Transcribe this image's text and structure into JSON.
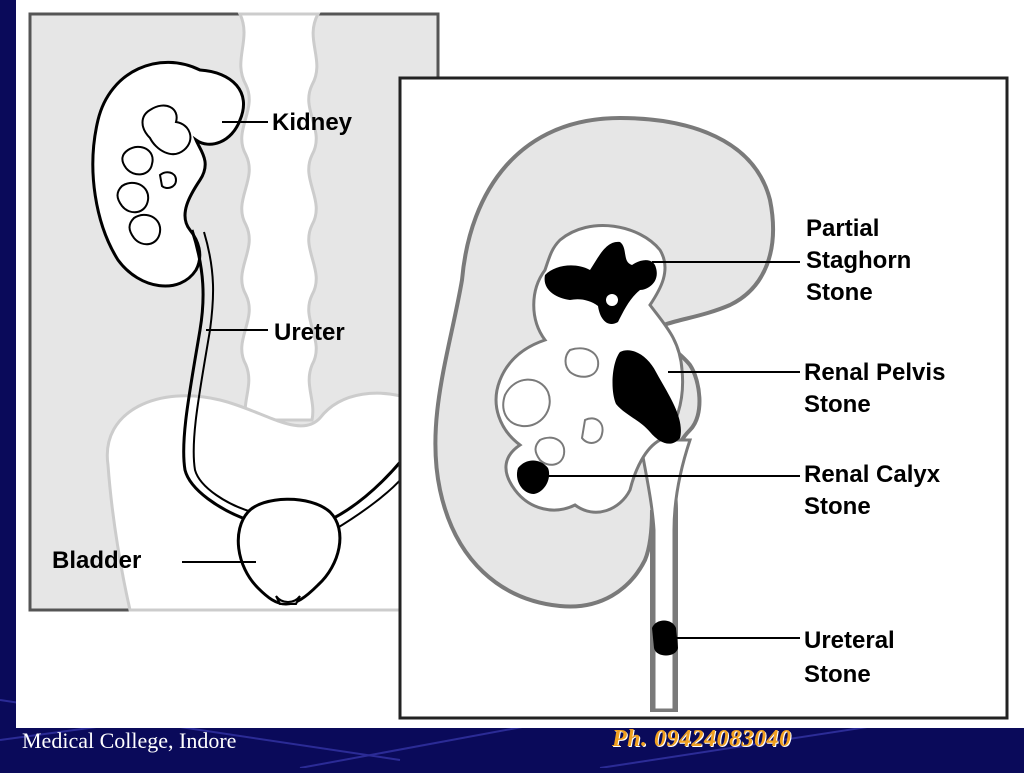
{
  "left_panel": {
    "labels": {
      "kidney": "Kidney",
      "ureter": "Ureter",
      "bladder": "Bladder"
    }
  },
  "right_panel": {
    "labels": {
      "partial_staghorn": [
        "Partial",
        "Staghorn",
        "Stone"
      ],
      "renal_pelvis": [
        "Renal Pelvis",
        "Stone"
      ],
      "renal_calyx": [
        "Renal Calyx",
        "Stone"
      ],
      "ureteral": [
        "Ureteral",
        "Stone"
      ]
    }
  },
  "footer": {
    "left_text": "Medical College, Indore",
    "right_text": "Ph. 09424083040",
    "right_color": "#f0a020"
  },
  "colors": {
    "background": "#0a0a5a",
    "panel_fill": "#e6e6e6",
    "tissue_gray": "#7a7a7a",
    "stone": "#000000"
  }
}
